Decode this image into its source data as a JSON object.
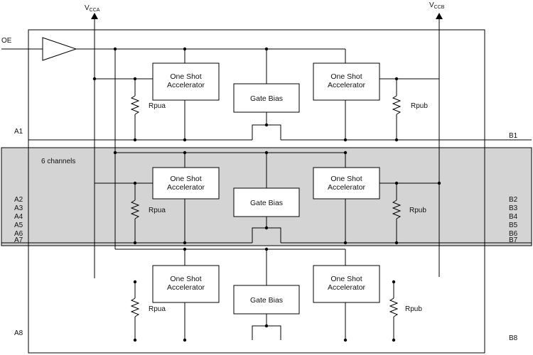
{
  "signals": {
    "oe": "OE",
    "vcca_main": "V",
    "vcca_sub": "CCA",
    "vccb_main": "V",
    "vccb_sub": "CCB"
  },
  "channel_group_label": "6 channels",
  "blocks": {
    "accelerator": "One Shot Accelerator",
    "gate_bias": "Gate Bias"
  },
  "resistors": {
    "a_side": "Rpua",
    "b_side": "Rpub"
  },
  "ports_a": [
    "A1",
    "A2",
    "A3",
    "A4",
    "A5",
    "A6",
    "A7",
    "A8"
  ],
  "ports_b": [
    "B1",
    "B2",
    "B3",
    "B4",
    "B5",
    "B6",
    "B7",
    "B8"
  ],
  "colors": {
    "shaded_region": "#d4d4d4",
    "line": "#000000"
  }
}
